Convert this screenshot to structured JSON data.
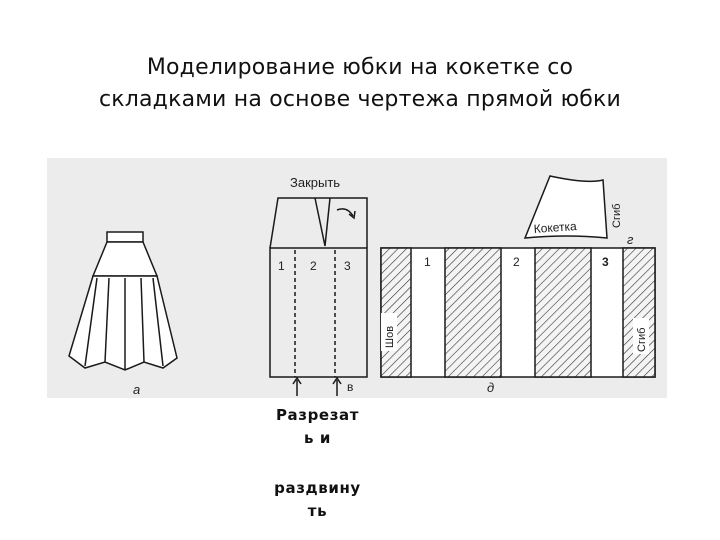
{
  "slide": {
    "title_line1": "Моделирование юбки на кокетке со",
    "title_line2": "складками на основе чертежа прямой юбки",
    "caption_line1": "Разрезат",
    "caption_line2": "ь и",
    "caption_line3": "раздвину",
    "caption_line4": "ть"
  },
  "diagram": {
    "label_a": "а",
    "label_v": "в",
    "label_g": "г",
    "label_d": "д",
    "close_label": "Закрыть",
    "yoke_label": "Кокетка",
    "fold_label": "Сгиб",
    "seam_label": "Шов",
    "panel_1": "1",
    "panel_2": "2",
    "panel_3": "3"
  },
  "colors": {
    "figure_bg": "#ececec",
    "ink": "#1a1a1a",
    "text": "#111111"
  }
}
